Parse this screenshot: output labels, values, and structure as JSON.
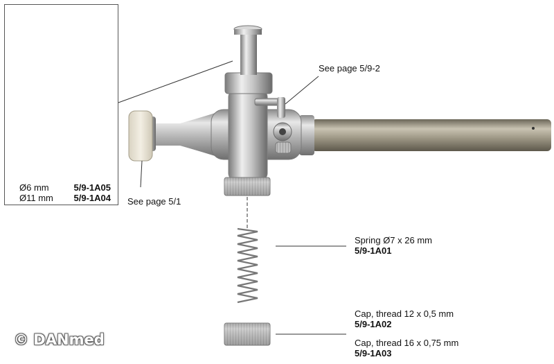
{
  "inset": {
    "rows": [
      {
        "size": "Ø6 mm",
        "code": "5/9-1A05"
      },
      {
        "size": "Ø11 mm",
        "code": "5/9-1A04"
      }
    ]
  },
  "callouts": {
    "see_page_top": "See page 5/9-2",
    "see_page_left": "See page 5/1",
    "spring": {
      "desc": "Spring Ø7 x 26 mm",
      "code": "5/9-1A01"
    },
    "cap1": {
      "desc": "Cap, thread 12 x 0,5 mm",
      "code": "5/9-1A02"
    },
    "cap2": {
      "desc": "Cap, thread 16 x 0,75 mm",
      "code": "5/9-1A03"
    }
  },
  "watermark": "© DANmed"
}
